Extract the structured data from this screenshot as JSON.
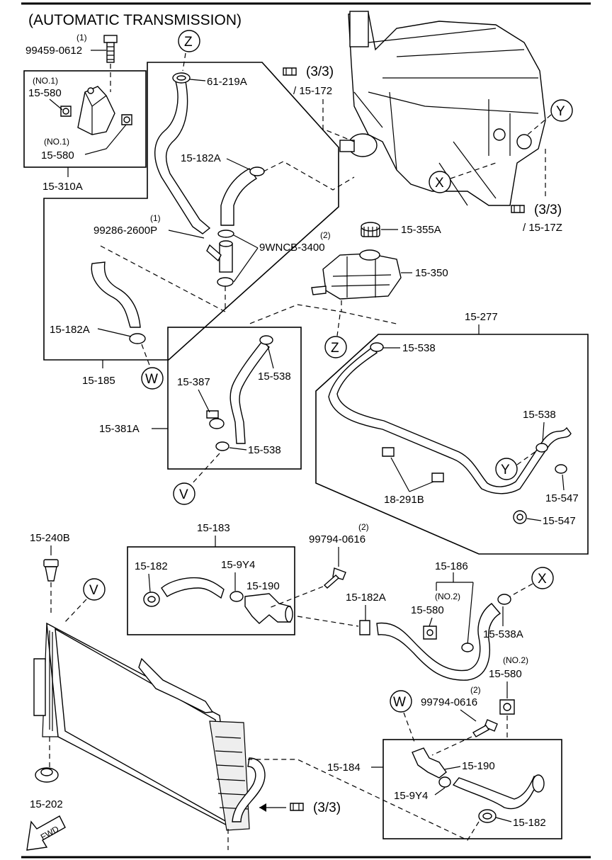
{
  "title": "(AUTOMATIC TRANSMISSION)",
  "labels": {
    "p99459_qty": "(1)",
    "p99459": "99459-0612",
    "no1_a": "(NO.1)",
    "p15580_a": "15-580",
    "no1_b": "(NO.1)",
    "p15580_b": "15-580",
    "p15310A": "15-310A",
    "p61219A": "61-219A",
    "p15182A_top": "15-182A",
    "p99286_qty": "(1)",
    "p99286": "99286-2600P",
    "p9WNCB_qty": "(2)",
    "p9WNCB": "9WNCB-3400",
    "p15182A_left": "15-182A",
    "p15185": "15-185",
    "ref33_a": "(3/3)",
    "ref15172": "/ 15-172",
    "ref33_b": "(3/3)",
    "ref1517Z": "/ 15-17Z",
    "p15355A": "15-355A",
    "p15350": "15-350",
    "p15277": "15-277",
    "p15538_a": "15-538",
    "p15538_b": "15-538",
    "p15387": "15-387",
    "p15381A": "15-381A",
    "p15538_c": "15-538",
    "p15538_d": "15-538",
    "p18291B": "18-291B",
    "p15547_a": "15-547",
    "p15547_b": "15-547",
    "p15240B": "15-240B",
    "p15183": "15-183",
    "p15182_a": "15-182",
    "p159Y4_a": "15-9Y4",
    "p15190_a": "15-190",
    "p99794_qty_a": "(2)",
    "p99794_a": "99794-0616",
    "p15186": "15-186",
    "p15182A_mid": "15-182A",
    "no2_a": "(NO.2)",
    "p15580_c": "15-580",
    "p15538A": "15-538A",
    "no2_b": "(NO.2)",
    "p15580_d": "15-580",
    "p99794_qty_b": "(2)",
    "p99794_b": "99794-0616",
    "p15184": "15-184",
    "p15190_b": "15-190",
    "p159Y4_b": "15-9Y4",
    "p15182_b": "15-182",
    "p15202": "15-202",
    "ref33_c": "(3/3)",
    "fwd": "FWD"
  },
  "callouts": {
    "z": "Z",
    "y": "Y",
    "x": "X",
    "w": "W",
    "v": "V"
  },
  "icons": [
    "page-reference-icon",
    "fwd-arrow-icon"
  ]
}
